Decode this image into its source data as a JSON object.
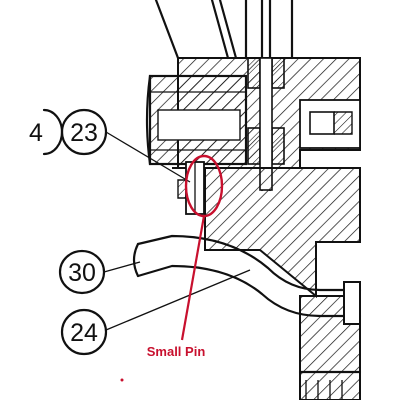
{
  "callouts": {
    "partial_left": "4",
    "c23": "23",
    "c30": "30",
    "c24": "24"
  },
  "annotation": {
    "label": "Small Pin",
    "color": "#c8102e"
  },
  "colors": {
    "ink": "#111111",
    "background": "#ffffff"
  }
}
